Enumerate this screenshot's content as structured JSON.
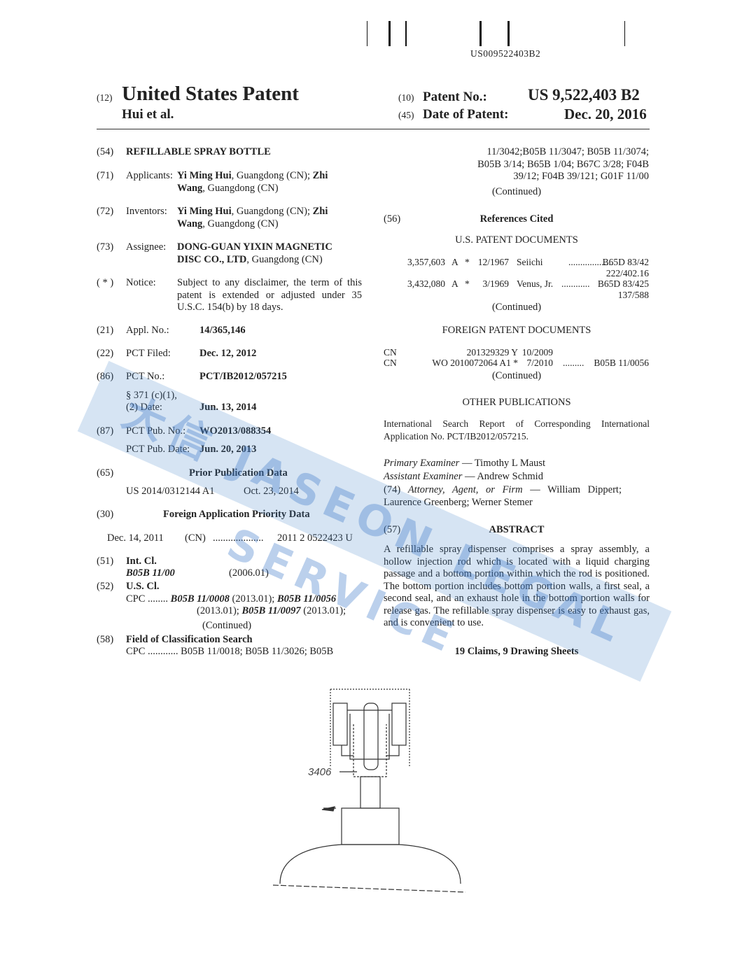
{
  "barcode_number": "US009522403B2",
  "header": {
    "code12": "(12)",
    "title": "United States Patent",
    "authors": "Hui et al.",
    "code10": "(10)",
    "patent_no_label": "Patent No.:",
    "patent_no": "US 9,522,403 B2",
    "code45": "(45)",
    "date_label": "Date of Patent:",
    "date": "Dec. 20, 2016"
  },
  "left": {
    "f54": {
      "code": "(54)",
      "title": "REFILLABLE SPRAY BOTTLE"
    },
    "f71": {
      "code": "(71)",
      "label": "Applicants:",
      "n1": "Yi Ming Hui",
      "t1": ", Guangdong (CN); ",
      "n2": "Zhi",
      "n2b": "Wang",
      "t2": ", Guangdong (CN)"
    },
    "f72": {
      "code": "(72)",
      "label": "Inventors:",
      "n1": "Yi Ming Hui",
      "t1": ", Guangdong (CN); ",
      "n2": "Zhi",
      "n2b": "Wang",
      "t2": ", Guangdong (CN)"
    },
    "f73": {
      "code": "(73)",
      "label": "Assignee:",
      "n1": "DONG-GUAN YIXIN MAGNETIC",
      "n2": "DISC CO., LTD",
      "t2": ", Guangdong (CN)"
    },
    "notice": {
      "code": "( * )",
      "label": "Notice:",
      "text": "Subject to any disclaimer, the term of this patent is extended or adjusted under 35 U.S.C. 154(b) by 18 days."
    },
    "f21": {
      "code": "(21)",
      "label": "Appl. No.:",
      "value": "14/365,146"
    },
    "f22": {
      "code": "(22)",
      "label": "PCT Filed:",
      "value": "Dec. 12, 2012"
    },
    "f86": {
      "code": "(86)",
      "label": "PCT No.:",
      "value": "PCT/IB2012/057215",
      "sub1": "§ 371 (c)(1),",
      "sub2": "(2) Date:",
      "sub_value": "Jun. 13, 2014"
    },
    "f87": {
      "code": "(87)",
      "label": "PCT Pub. No.:",
      "value": "WO2013/088354",
      "date_label": "PCT Pub. Date:",
      "date": "Jun. 20, 2013"
    },
    "f65": {
      "code": "(65)",
      "heading": "Prior Publication Data",
      "pub": "US 2014/0312144 A1",
      "date": "Oct. 23, 2014"
    },
    "f30": {
      "code": "(30)",
      "heading": "Foreign Application Priority Data",
      "date": "Dec. 14, 2011",
      "country": "(CN)",
      "dots": "....................",
      "number": "2011 2 0522423 U"
    },
    "f51": {
      "code": "(51)",
      "label": "Int. Cl.",
      "cls": "B05B 11/00",
      "ver": "(2006.01)"
    },
    "f52": {
      "code": "(52)",
      "label": "U.S. Cl.",
      "cpc": "CPC ........",
      "c1": "B05B 11/0008",
      "v1": " (2013.01); ",
      "c2": "B05B 11/0056",
      "v2": "(2013.01); ",
      "c3": "B05B 11/0097",
      "v3": " (2013.01);",
      "cont": "(Continued)"
    },
    "f58": {
      "code": "(58)",
      "label": "Field of Classification Search",
      "line": "CPC ............  B05B 11/0018; B05B 11/3026; B05B"
    }
  },
  "right": {
    "class_cont": [
      "11/3042;B05B 11/3047; B05B 11/3074;",
      "B05B 3/14; B65B 1/04; B67C 3/28; F04B",
      "39/12; F04B 39/121; G01F 11/00"
    ],
    "cont1": "(Continued)",
    "f56": {
      "code": "(56)",
      "heading": "References Cited"
    },
    "us_heading": "U.S. PATENT DOCUMENTS",
    "us_docs": [
      {
        "num": "3,357,603",
        "kind": "A",
        "star": "*",
        "date": "12/1967",
        "name": "Seiichi",
        "dots": "...................",
        "cls": "B65D 83/42",
        "cls2": "222/402.16"
      },
      {
        "num": "3,432,080",
        "kind": "A",
        "star": "*",
        "date": "3/1969",
        "name": "Venus, Jr.",
        "dots": "............",
        "cls": "B65D 83/425",
        "cls2": "137/588"
      }
    ],
    "cont2": "(Continued)",
    "foreign_heading": "FOREIGN PATENT DOCUMENTS",
    "foreign_docs": [
      {
        "country": "CN",
        "num": "201329329  Y",
        "date": "10/2009",
        "dots": "",
        "cls": ""
      },
      {
        "country": "CN",
        "num": "WO 2010072064  A1  *",
        "date": "7/2010",
        "dots": ".........",
        "cls": "B05B 11/0056"
      }
    ],
    "cont3": "(Continued)",
    "other_heading": "OTHER PUBLICATIONS",
    "other_text": "International Search Report of Corresponding International Application No. PCT/IB2012/057215.",
    "primary_label": "Primary Examiner",
    "primary": " — Timothy L Maust",
    "assistant_label": "Assistant Examiner",
    "assistant": " — Andrew Schmid",
    "attorney_code": "(74) ",
    "attorney_label": "Attorney, Agent, or Firm",
    "attorney": " — William Dippert; Laurence Greenberg; Werner Stemer",
    "f57": {
      "code": "(57)",
      "heading": "ABSTRACT"
    },
    "abstract": "A refillable spray dispenser comprises a spray assembly, a hollow injection rod which is located with a liquid charging passage and a bottom portion within which the rod is positioned. The bottom portion includes bottom portion walls, a first seal, a second seal, and an exhaust hole in the bottom portion walls for release gas. The refillable spray dispenser is easy to exhaust gas, and is convenient to use.",
    "claims": "19 Claims, 9 Drawing Sheets"
  },
  "drawing": {
    "ref_label": "3406"
  },
  "watermark": "大信 JASEON LEGAL SERVICE"
}
